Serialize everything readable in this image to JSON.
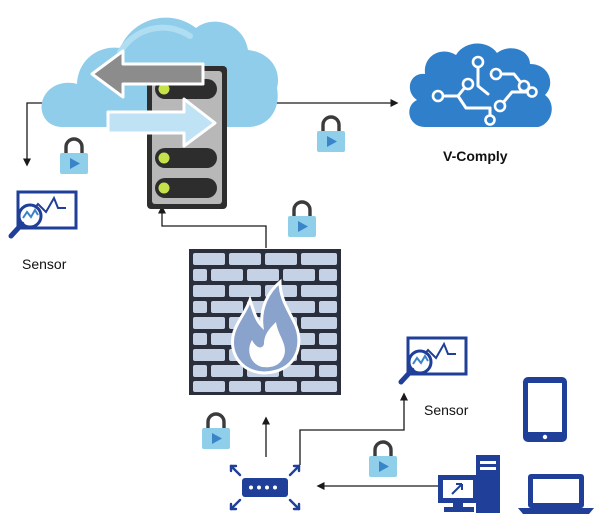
{
  "labels": {
    "vcomply": "V-Comply",
    "sensor_left": "Sensor",
    "sensor_right": "Sensor"
  },
  "icons": [
    "cloud-icon",
    "server-icon",
    "ai-brain-icon",
    "firewall-icon",
    "sensor-monitor-icon",
    "lock-icon",
    "router-icon",
    "tablet-icon",
    "desktop-computer-icon",
    "laptop-icon"
  ],
  "colors": {
    "cloud": "#8fcdea",
    "server": "#2d2d2d",
    "led": "#c6e24a",
    "brain": "#2f7fcb",
    "wall": "#c5d2e6",
    "flame": "#8aa3cc",
    "lock_body": "#8fcfe9",
    "lock_play": "#3a84c9",
    "device": "#1f3f99",
    "line": "#1a1a1a"
  }
}
